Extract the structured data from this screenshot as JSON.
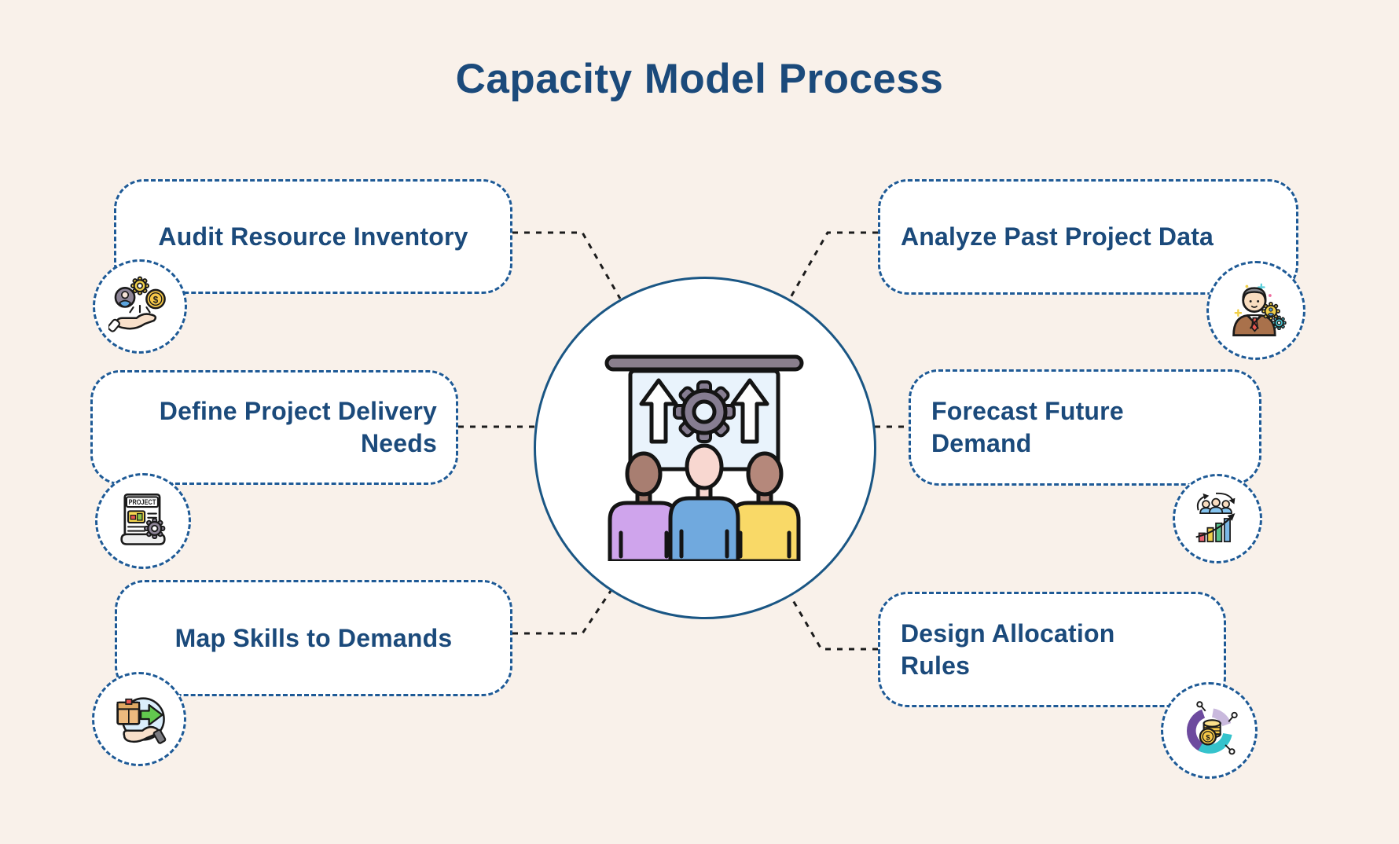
{
  "title": "Capacity Model Process",
  "nodes": [
    {
      "label": "Audit Resource Inventory",
      "icon": "resources-hand-icon"
    },
    {
      "label": "Define Project Delivery Needs",
      "icon": "project-document-icon"
    },
    {
      "label": "Map Skills to Demands",
      "icon": "delivery-box-icon"
    },
    {
      "label": "Analyze Past Project Data",
      "icon": "business-analyst-icon"
    },
    {
      "label": "Forecast Future Demand",
      "icon": "forecast-growth-icon"
    },
    {
      "label": "Design Allocation Rules",
      "icon": "allocation-donut-icon"
    }
  ],
  "center": {
    "icon": "team-presentation-gear-icon"
  },
  "icons": {
    "dollar": "$",
    "project_label": "PROJECT"
  },
  "colors": {
    "background": "#f9f1ea",
    "text_navy": "#1b4a7b",
    "box_border_blue": "#1e5a96",
    "circle_border": "#1a5684",
    "connector_black": "#1c1c1c",
    "shirt_purple": "#cfa4ec",
    "shirt_blue": "#70a9de",
    "shirt_yellow": "#f9d967",
    "screen_blue": "#e9f3fc",
    "gear_gray": "#867d91",
    "coin_gold": "#f7c948",
    "arrow_green": "#62c94e",
    "donut_purple": "#6d4a9e",
    "donut_lavender": "#c9b9dd",
    "donut_teal": "#35c3cc"
  }
}
